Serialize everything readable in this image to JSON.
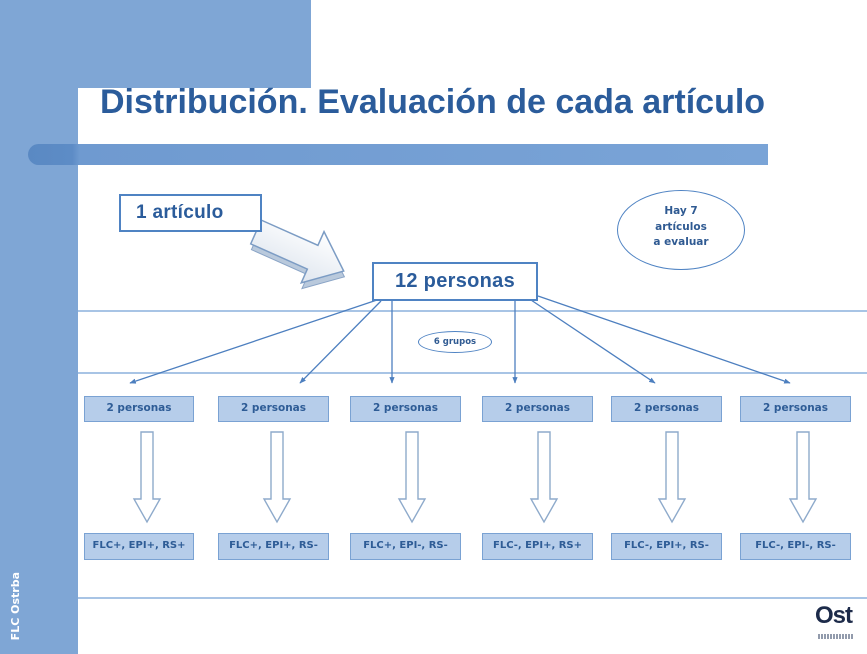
{
  "slide": {
    "title": "Distribución. Evaluación de cada artículo",
    "side_label": "FLC Ostrba",
    "logo_text": "Ost"
  },
  "diagram": {
    "source_box": "1 artículo",
    "people_box": "12 personas",
    "note": [
      "Hay 7",
      "artículos",
      "a evaluar"
    ],
    "groups_badge": "6 grupos",
    "groups": [
      {
        "label": "2 personas",
        "profile": "FLC+, EPI+, RS+"
      },
      {
        "label": "2 personas",
        "profile": "FLC+, EPI+, RS-"
      },
      {
        "label": "2 personas",
        "profile": "FLC+, EPI-, RS-"
      },
      {
        "label": "2 personas",
        "profile": "FLC-, EPI+, RS+"
      },
      {
        "label": "2 personas",
        "profile": "FLC-, EPI+, RS-"
      },
      {
        "label": "2 personas",
        "profile": "FLC-, EPI-, RS-"
      }
    ]
  },
  "colors": {
    "band": "#7fa6d5",
    "title_bar": "#6f9ad0",
    "title_text": "#2b5c9b",
    "box_border": "#4f83c3",
    "group_fill": "#b6cdea",
    "group_border": "#7aa2d3",
    "connector": "#4d7fbf",
    "separator": "#a8c4e5",
    "logo": "#1d2b4a"
  }
}
